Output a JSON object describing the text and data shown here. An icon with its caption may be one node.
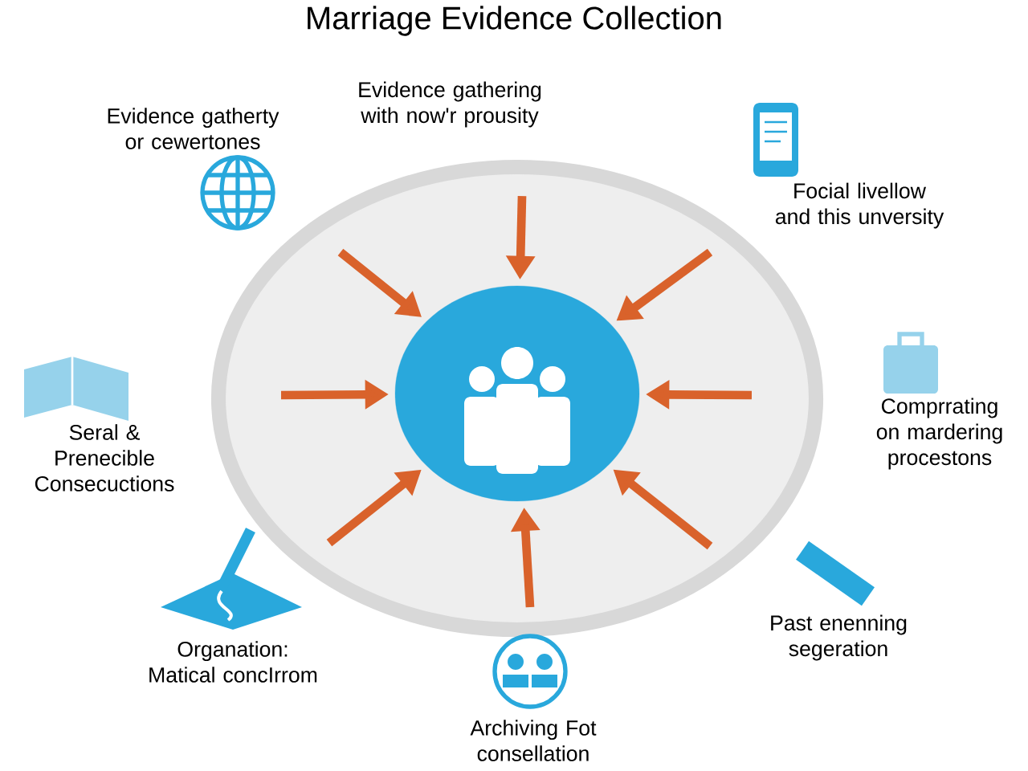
{
  "diagram": {
    "title": "Marriage Evidence Collection",
    "nodes": [
      {
        "text": [],
        "shape": "circle"
      },
      {
        "text": [],
        "shape": "circle",
        "in": 0
      }
    ],
    "edges": [
      {
        "from": null,
        "to": 1,
        "arrow": "to"
      },
      {
        "from": null,
        "to": 1,
        "arrow": "to"
      },
      {
        "from": null,
        "to": 1,
        "arrow": "to"
      },
      {
        "from": null,
        "to": 1,
        "arrow": "to"
      },
      {
        "from": null,
        "to": 1,
        "arrow": "to"
      },
      {
        "from": null,
        "to": 1,
        "arrow": "to"
      },
      {
        "from": null,
        "to": 1,
        "arrow": "to"
      },
      {
        "from": null,
        "to": 1,
        "arrow": "to"
      }
    ],
    "labels": [
      "Evidence gathering with now'r prousity",
      "Evidence gatherty or cewertones",
      "Focial livellow and this unversity",
      "Seral & Prenecible Consecuctions",
      "Comprrating on mardering procestons",
      "Organation: Matical concIrrom",
      "Past enenning segeration",
      "Archiving Fot consellation"
    ]
  }
}
